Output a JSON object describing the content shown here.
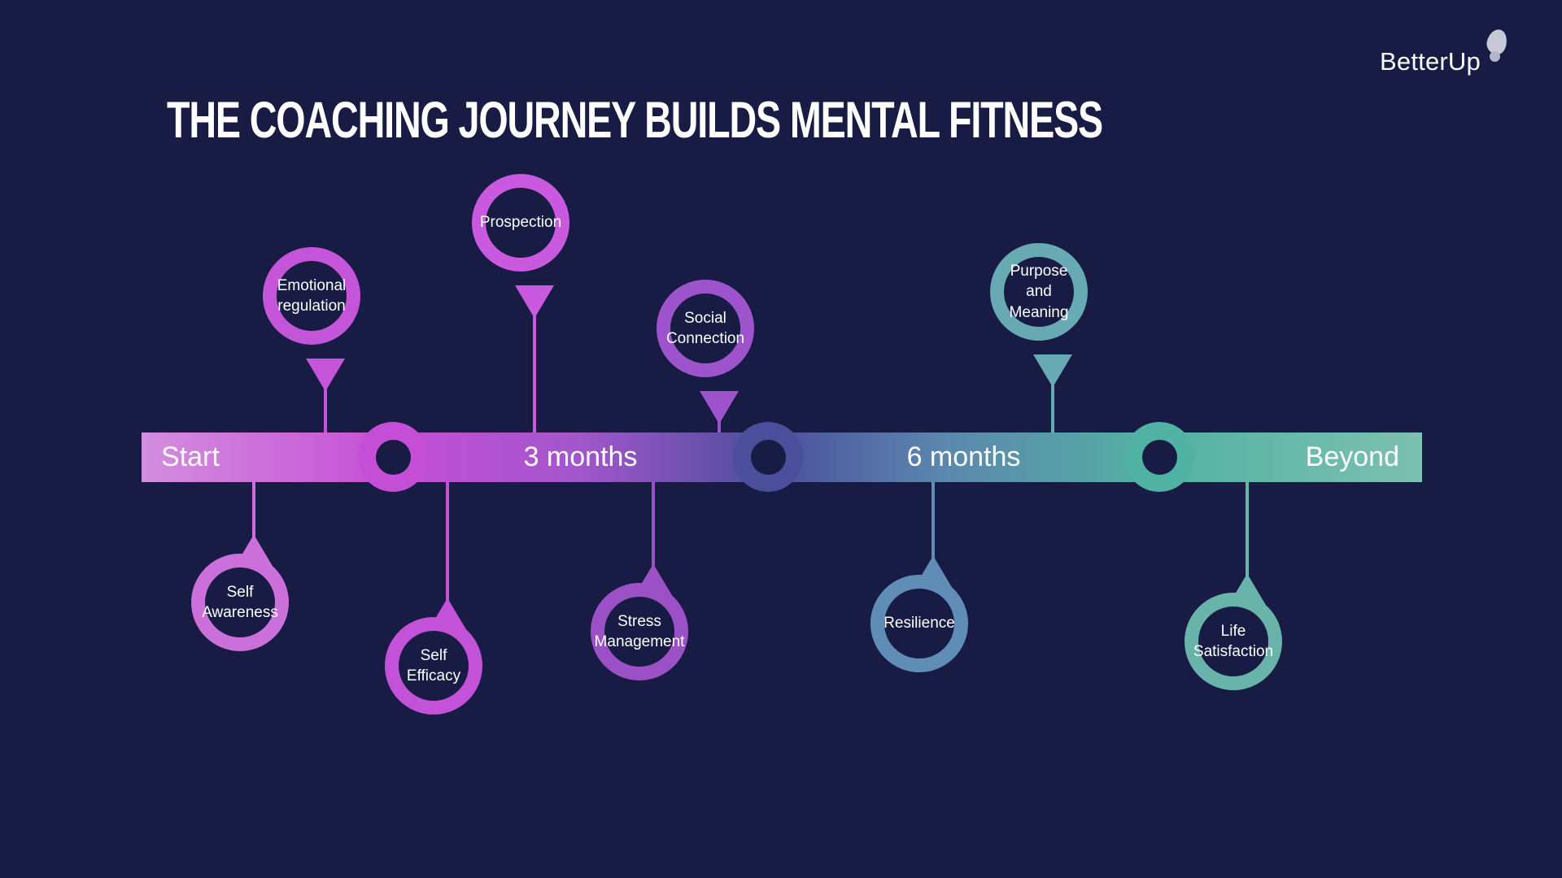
{
  "colors": {
    "background": "#181c44",
    "text": "#ffffff",
    "bar_gradient": [
      "#d38ede",
      "#c44fd6",
      "#a356cd",
      "#4b4e9b",
      "#5b87ae",
      "#54b2a2",
      "#7cc0b1"
    ],
    "node_colors": [
      "#c44fd6",
      "#4b4e9b",
      "#50b2a3"
    ],
    "logo_blob": "#c7c9d7",
    "logo_dot": "#b3b6ca"
  },
  "logo": {
    "text": "BetterUp"
  },
  "title": "THE COACHING JOURNEY BUILDS MENTAL FITNESS",
  "timeline": {
    "stages": [
      {
        "label": "Start"
      },
      {
        "label": "3 months"
      },
      {
        "label": "6 months"
      },
      {
        "label": "Beyond"
      }
    ]
  },
  "milestones": [
    {
      "label": "Emotional regulation",
      "side": "above",
      "stage": "Start",
      "color": "#c454d8"
    },
    {
      "label": "Prospection",
      "side": "above",
      "stage": "3 months",
      "color": "#c95ae0"
    },
    {
      "label": "Social Connection",
      "side": "above",
      "stage": "3 months",
      "color": "#9d53cb"
    },
    {
      "label": "Purpose and Meaning",
      "side": "above",
      "stage": "6 months",
      "color": "#68aab4"
    },
    {
      "label": "Self Awareness",
      "side": "below",
      "stage": "Start",
      "color": "#cb70da"
    },
    {
      "label": "Self Efficacy",
      "side": "below",
      "stage": "3 months",
      "color": "#c352d8"
    },
    {
      "label": "Stress Management",
      "side": "below",
      "stage": "3 months",
      "color": "#9c50c6"
    },
    {
      "label": "Resilience",
      "side": "below",
      "stage": "6 months",
      "color": "#5f8db5"
    },
    {
      "label": "Life Satisfaction",
      "side": "below",
      "stage": "Beyond",
      "color": "#68b4ab"
    }
  ]
}
